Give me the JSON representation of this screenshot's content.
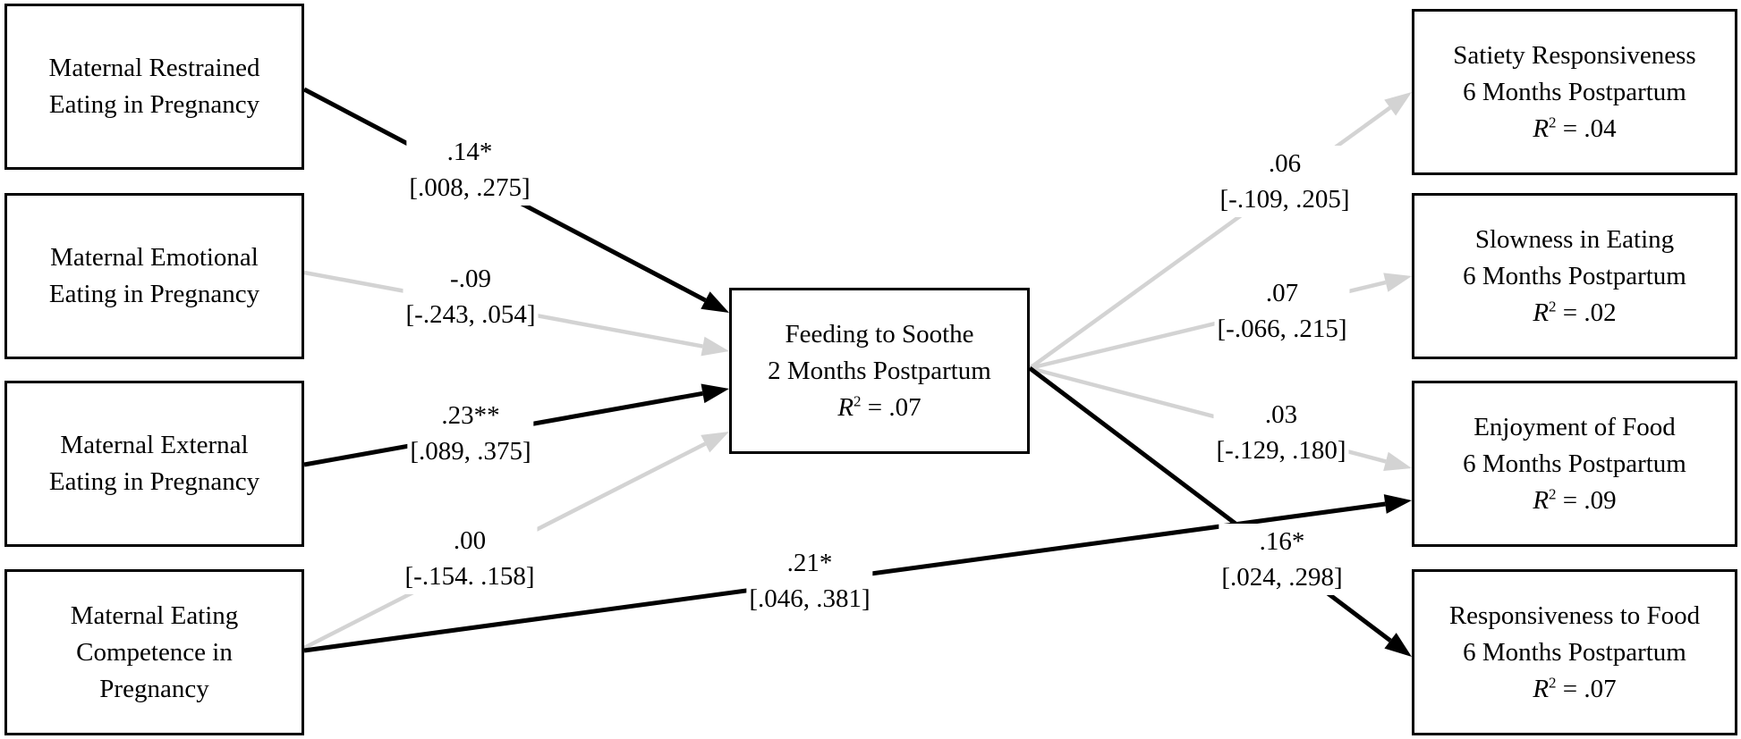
{
  "colors": {
    "significant": "#000000",
    "nonsignificant": "#d3d3d3"
  },
  "predictors": [
    {
      "lines": [
        "Maternal Restrained",
        "Eating in Pregnancy"
      ]
    },
    {
      "lines": [
        "Maternal Emotional",
        "Eating in Pregnancy"
      ]
    },
    {
      "lines": [
        "Maternal External",
        "Eating in Pregnancy"
      ]
    },
    {
      "lines": [
        "Maternal Eating",
        "Competence in",
        "Pregnancy"
      ]
    }
  ],
  "mediator": {
    "lines": [
      "Feeding to Soothe",
      "2 Months Postpartum"
    ],
    "r2_label": "R",
    "r2_sup": "2",
    "r2_value": " = .07"
  },
  "outcomes": [
    {
      "lines": [
        "Satiety Responsiveness",
        "6 Months Postpartum"
      ],
      "r2_label": "R",
      "r2_sup": "2",
      "r2_value": " = .04"
    },
    {
      "lines": [
        "Slowness in Eating",
        "6 Months Postpartum"
      ],
      "r2_label": "R",
      "r2_sup": "2",
      "r2_value": " = .02"
    },
    {
      "lines": [
        "Enjoyment of Food",
        "6 Months Postpartum"
      ],
      "r2_label": "R",
      "r2_sup": "2",
      "r2_value": " = .09"
    },
    {
      "lines": [
        "Responsiveness to Food",
        "6 Months Postpartum"
      ],
      "r2_label": "R",
      "r2_sup": "2",
      "r2_value": " = .07"
    }
  ],
  "paths": [
    {
      "from": "predictor-restrained",
      "to": "mediator",
      "coef": ".14*",
      "ci": "[.008, .275]",
      "significant": true
    },
    {
      "from": "predictor-emotional",
      "to": "mediator",
      "coef": "-.09",
      "ci": "[-.243, .054]",
      "significant": false
    },
    {
      "from": "predictor-external",
      "to": "mediator",
      "coef": ".23**",
      "ci": "[.089, .375]",
      "significant": true
    },
    {
      "from": "predictor-competence",
      "to": "mediator",
      "coef": ".00",
      "ci": "[-.154. .158]",
      "significant": false
    },
    {
      "from": "predictor-competence",
      "to": "outcome-enjoyment",
      "coef": ".21*",
      "ci": "[.046, .381]",
      "significant": true
    },
    {
      "from": "mediator",
      "to": "outcome-satiety",
      "coef": ".06",
      "ci": "[-.109, .205]",
      "significant": false
    },
    {
      "from": "mediator",
      "to": "outcome-slowness",
      "coef": ".07",
      "ci": "[-.066, .215]",
      "significant": false
    },
    {
      "from": "mediator",
      "to": "outcome-enjoyment",
      "coef": ".03",
      "ci": "[-.129, .180]",
      "significant": false
    },
    {
      "from": "mediator",
      "to": "outcome-responsiveness",
      "coef": ".16*",
      "ci": "[.024, .298]",
      "significant": true
    }
  ]
}
